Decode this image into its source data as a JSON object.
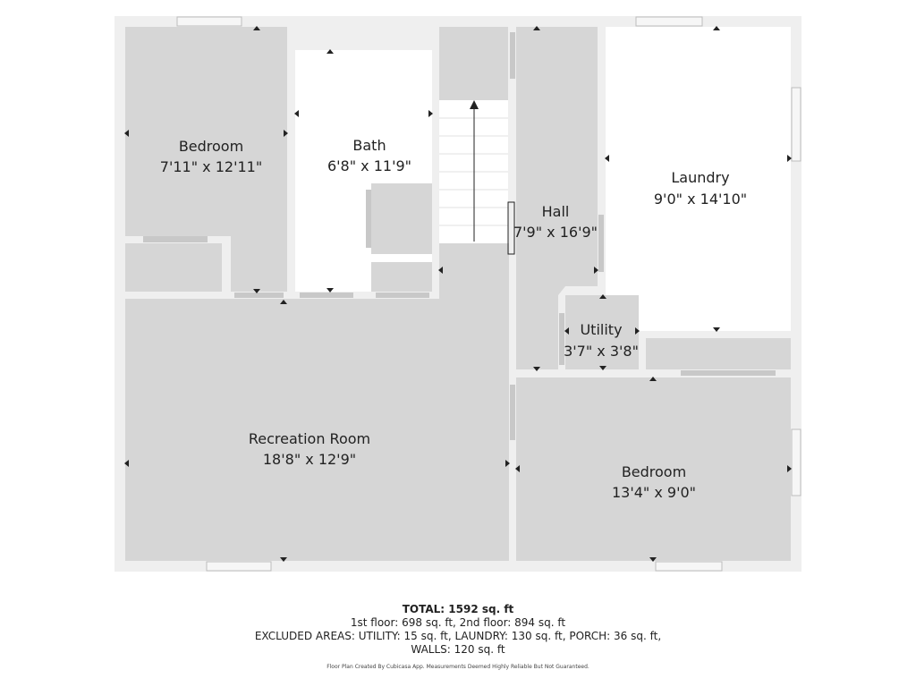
{
  "colors": {
    "room_fill": "#d6d6d6",
    "wall": "#efefef",
    "background": "#ffffff",
    "window": "#bdbdbd",
    "text": "#222222"
  },
  "rooms": [
    {
      "id": "bedroom1",
      "name": "Bedroom",
      "dims": "7'11\" x 12'11\""
    },
    {
      "id": "bath",
      "name": "Bath",
      "dims": "6'8\" x 11'9\""
    },
    {
      "id": "hall",
      "name": "Hall",
      "dims": "7'9\" x 16'9\""
    },
    {
      "id": "laundry",
      "name": "Laundry",
      "dims": "9'0\" x 14'10\""
    },
    {
      "id": "utility",
      "name": "Utility",
      "dims": "3'7\" x 3'8\""
    },
    {
      "id": "recreation",
      "name": "Recreation Room",
      "dims": "18'8\" x 12'9\""
    },
    {
      "id": "bedroom2",
      "name": "Bedroom",
      "dims": "13'4\" x 9'0\""
    }
  ],
  "summary": {
    "total": "TOTAL: 1592 sq. ft",
    "floors": "1st floor: 698 sq. ft, 2nd floor: 894 sq. ft",
    "excluded": "EXCLUDED AREAS: UTILITY: 15 sq. ft, LAUNDRY: 130 sq. ft, PORCH: 36 sq. ft,",
    "walls": "WALLS: 120 sq. ft",
    "credit": "Floor Plan Created By Cubicasa App. Measurements Deemed Highly Reliable But Not Guaranteed."
  }
}
